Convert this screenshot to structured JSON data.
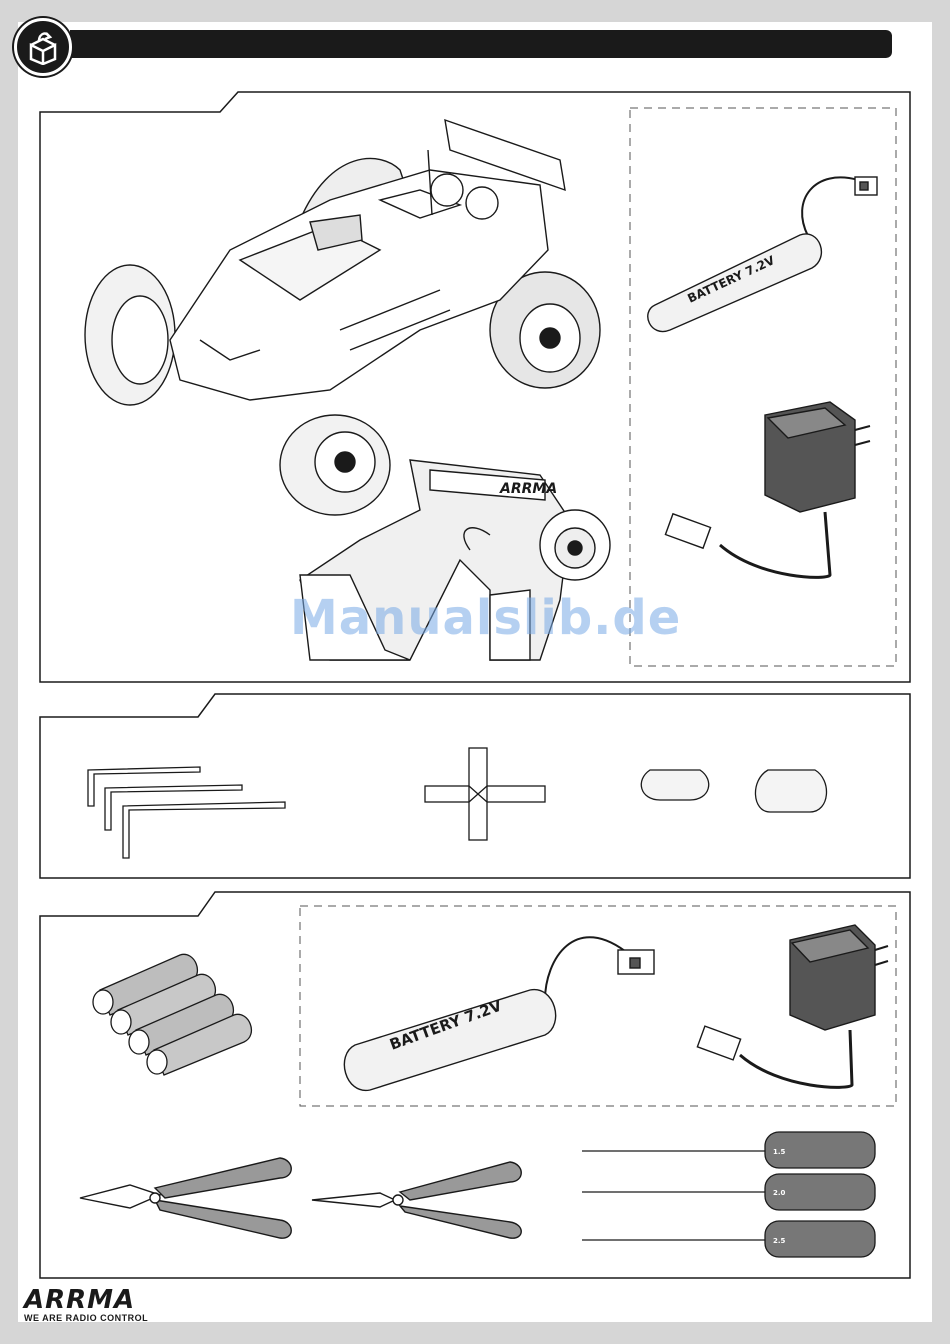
{
  "header": {
    "title": "",
    "icon": "box-contents-icon"
  },
  "panels": {
    "kit_contents": {
      "battery_label": "BATTERY 7.2V",
      "transmitter_label": "ARRMA"
    },
    "tools_supplied": {},
    "required": {
      "battery_label": "BATTERY 7.2V",
      "driver_sizes": [
        "1.5",
        "2.0",
        "2.5"
      ]
    }
  },
  "watermark": "Manualslib.de",
  "footer": {
    "brand": "ARRMA",
    "tagline": "WE ARE RADIO CONTROL"
  }
}
